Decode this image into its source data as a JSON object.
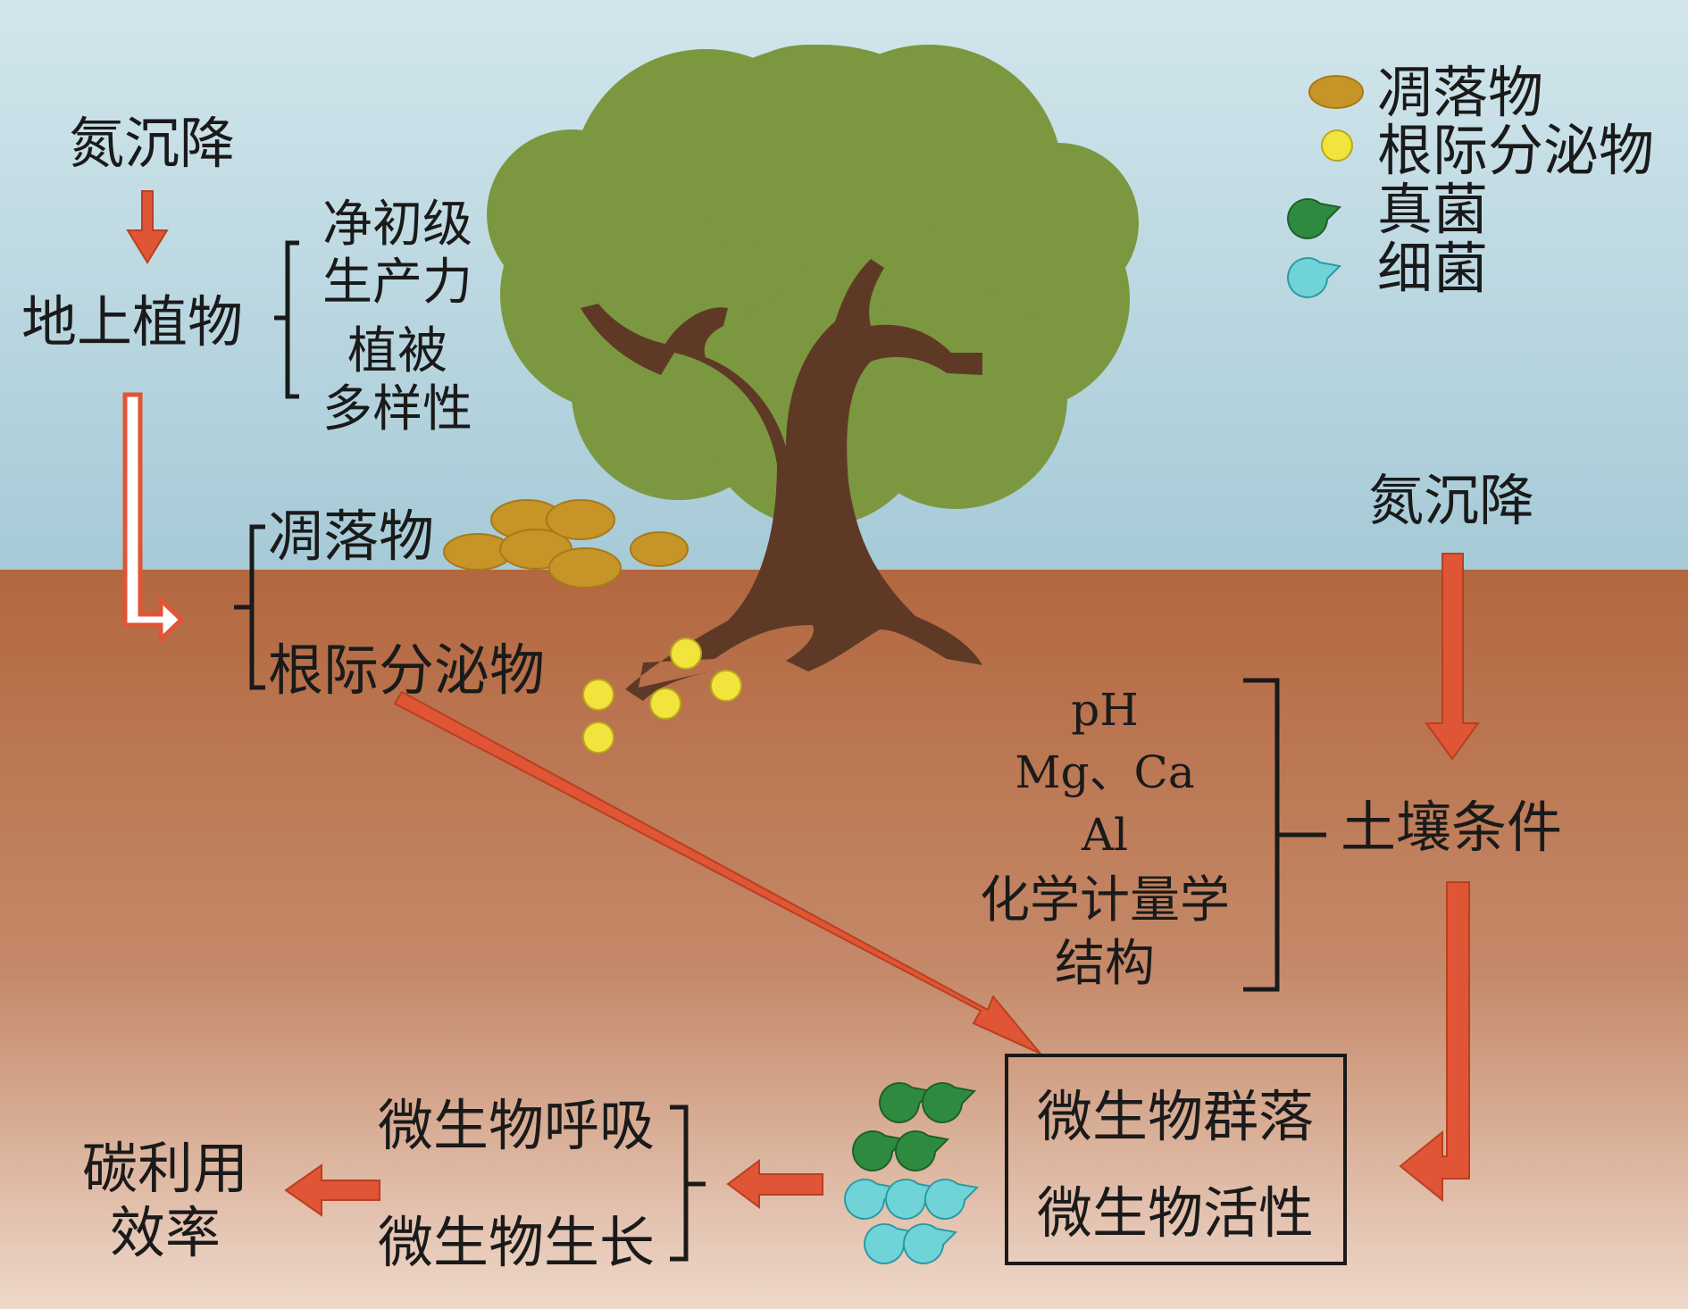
{
  "top_left": {
    "nitrogen_deposition": "氮沉降",
    "aboveground_plants": "地上植物"
  },
  "plant_traits": {
    "npp_line1": "净初级",
    "npp_line2": "生产力",
    "diversity_line1": "植被",
    "diversity_line2": "多样性"
  },
  "plant_inputs": {
    "litter": "凋落物",
    "root_exudates": "根际分泌物"
  },
  "right_side": {
    "nitrogen_deposition": "氮沉降",
    "soil_conditions": "土壤条件"
  },
  "soil_factors": [
    "pH",
    "Mg、Ca",
    "Al",
    "化学计量学",
    "结构"
  ],
  "microbe_box": {
    "community": "微生物群落",
    "activity": "微生物活性"
  },
  "microbial_processes": {
    "respiration": "微生物呼吸",
    "growth": "微生物生长"
  },
  "outcome": {
    "line1": "碳利用",
    "line2": "效率"
  },
  "legend": [
    {
      "label": "凋落物",
      "icon": "litter-icon",
      "color": "#c79428"
    },
    {
      "label": "根际分泌物",
      "icon": "exudate-icon",
      "color": "#f2e43c"
    },
    {
      "label": "真菌",
      "icon": "fungi-icon",
      "color": "#2e8a3f"
    },
    {
      "label": "细菌",
      "icon": "bacteria-icon",
      "color": "#6fd3d8"
    }
  ],
  "colors": {
    "arrow": "#e05535",
    "sky": "#a8cdd9",
    "soil": "#b8704a",
    "canopy": "#7b9840",
    "trunk": "#5e3a26"
  }
}
